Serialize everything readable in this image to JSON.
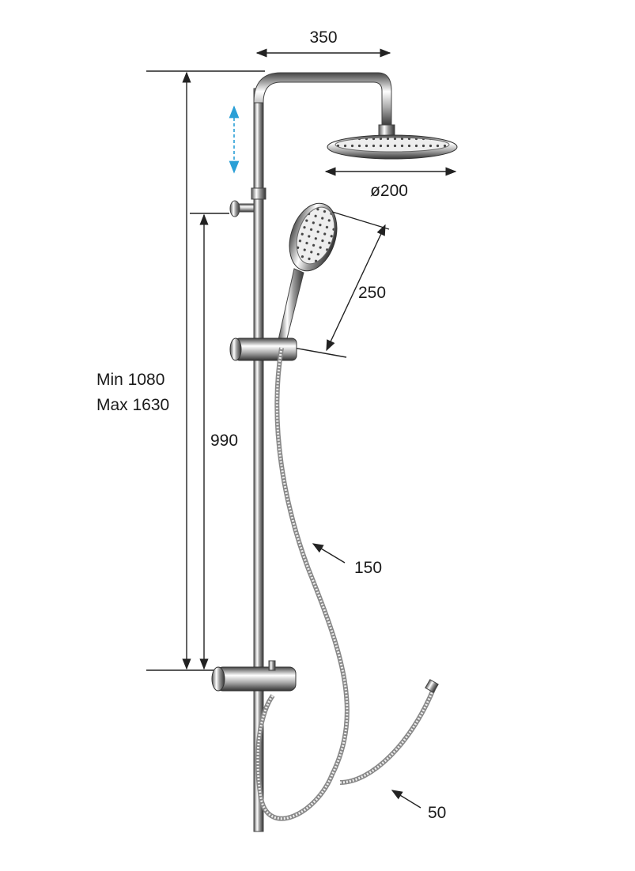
{
  "diagram": {
    "dimensions": {
      "arm_length": "350",
      "head_diameter": "ø200",
      "hand_shower_length": "250",
      "height_min": "Min 1080",
      "height_max": "Max 1630",
      "slider_height": "990",
      "hose_length": "150",
      "outlet": "50"
    },
    "colors": {
      "adjust_arrow": "#2a9fd6",
      "lines": "#222222"
    }
  }
}
